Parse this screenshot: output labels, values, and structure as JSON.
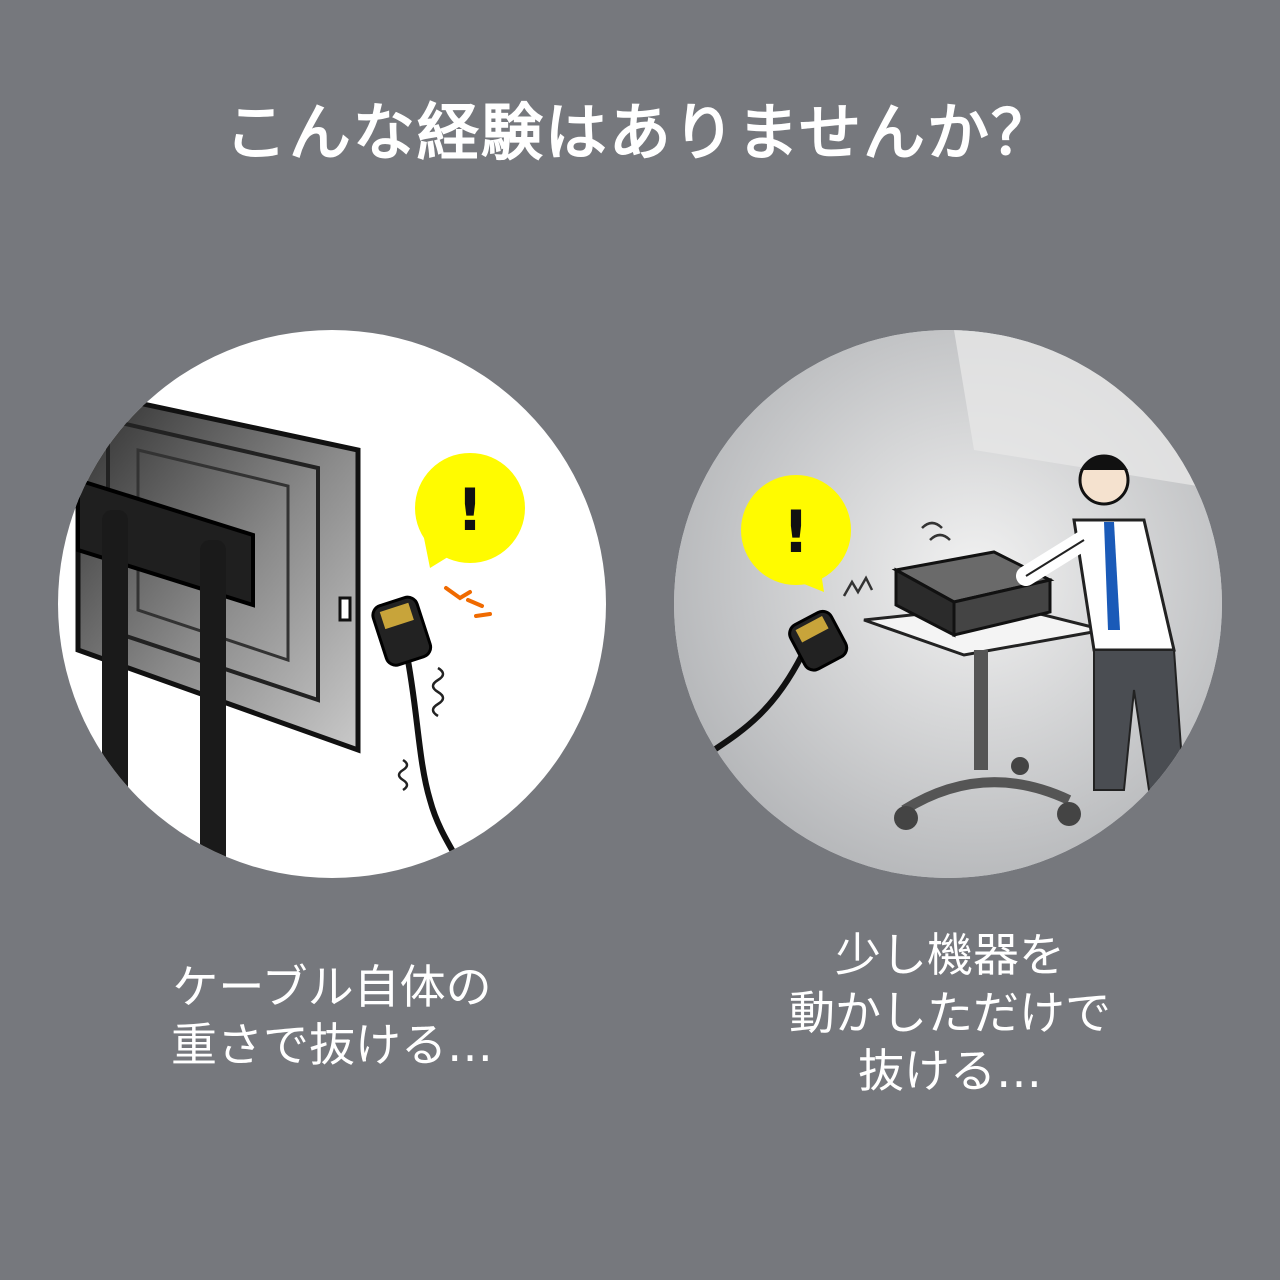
{
  "title": "こんな経験はありませんか？",
  "panels": [
    {
      "caption_lines": [
        "ケーブル自体の",
        "重さで抜ける…"
      ],
      "alert_mark": "!"
    },
    {
      "caption_lines": [
        "少し機器を",
        "動かしただけで",
        "抜ける…"
      ],
      "alert_mark": "!"
    }
  ],
  "colors": {
    "background": "#76787d",
    "alert_bubble": "#fffb00",
    "tension_mark": "#f06a00",
    "tie": "#1a5ab8"
  },
  "icons": [
    "exclamation-bubble-icon",
    "hdmi-plug-icon"
  ]
}
